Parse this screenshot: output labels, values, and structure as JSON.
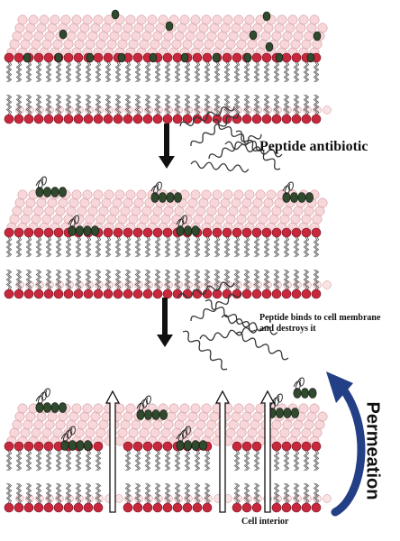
{
  "labels": {
    "peptide_antibiotic": "Peptide antibiotic",
    "peptide_binds": "Peptide binds to cell membrane and destroys it",
    "permeation": "Permeation",
    "cell_interior": "Cell interior"
  },
  "colors": {
    "head_pink": "#f4c9cc",
    "head_red": "#c8283c",
    "peptide_dark": "#2f4a2c",
    "arrow_blue": "#233f86",
    "tail": "#555555"
  }
}
